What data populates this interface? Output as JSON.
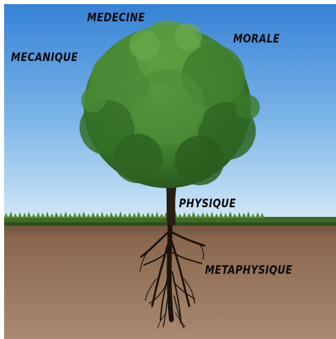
{
  "labels": {
    "medecine": "MEDECINE",
    "morale": "MORALE",
    "mecanique": "MECANIQUE",
    "physique": "PHYSIQUE",
    "metaphysique": "METAPHYSIQUE"
  },
  "colors": {
    "sky_top": "#2f7fd3",
    "sky_bottom": "#cfe6f6",
    "grass": "#3e6b25",
    "soil": "#8c6a52",
    "foliage": "#3b7a2c",
    "trunk": "#2a1e14",
    "roots": "#1c130c",
    "label_text": "#0b0b0b"
  }
}
